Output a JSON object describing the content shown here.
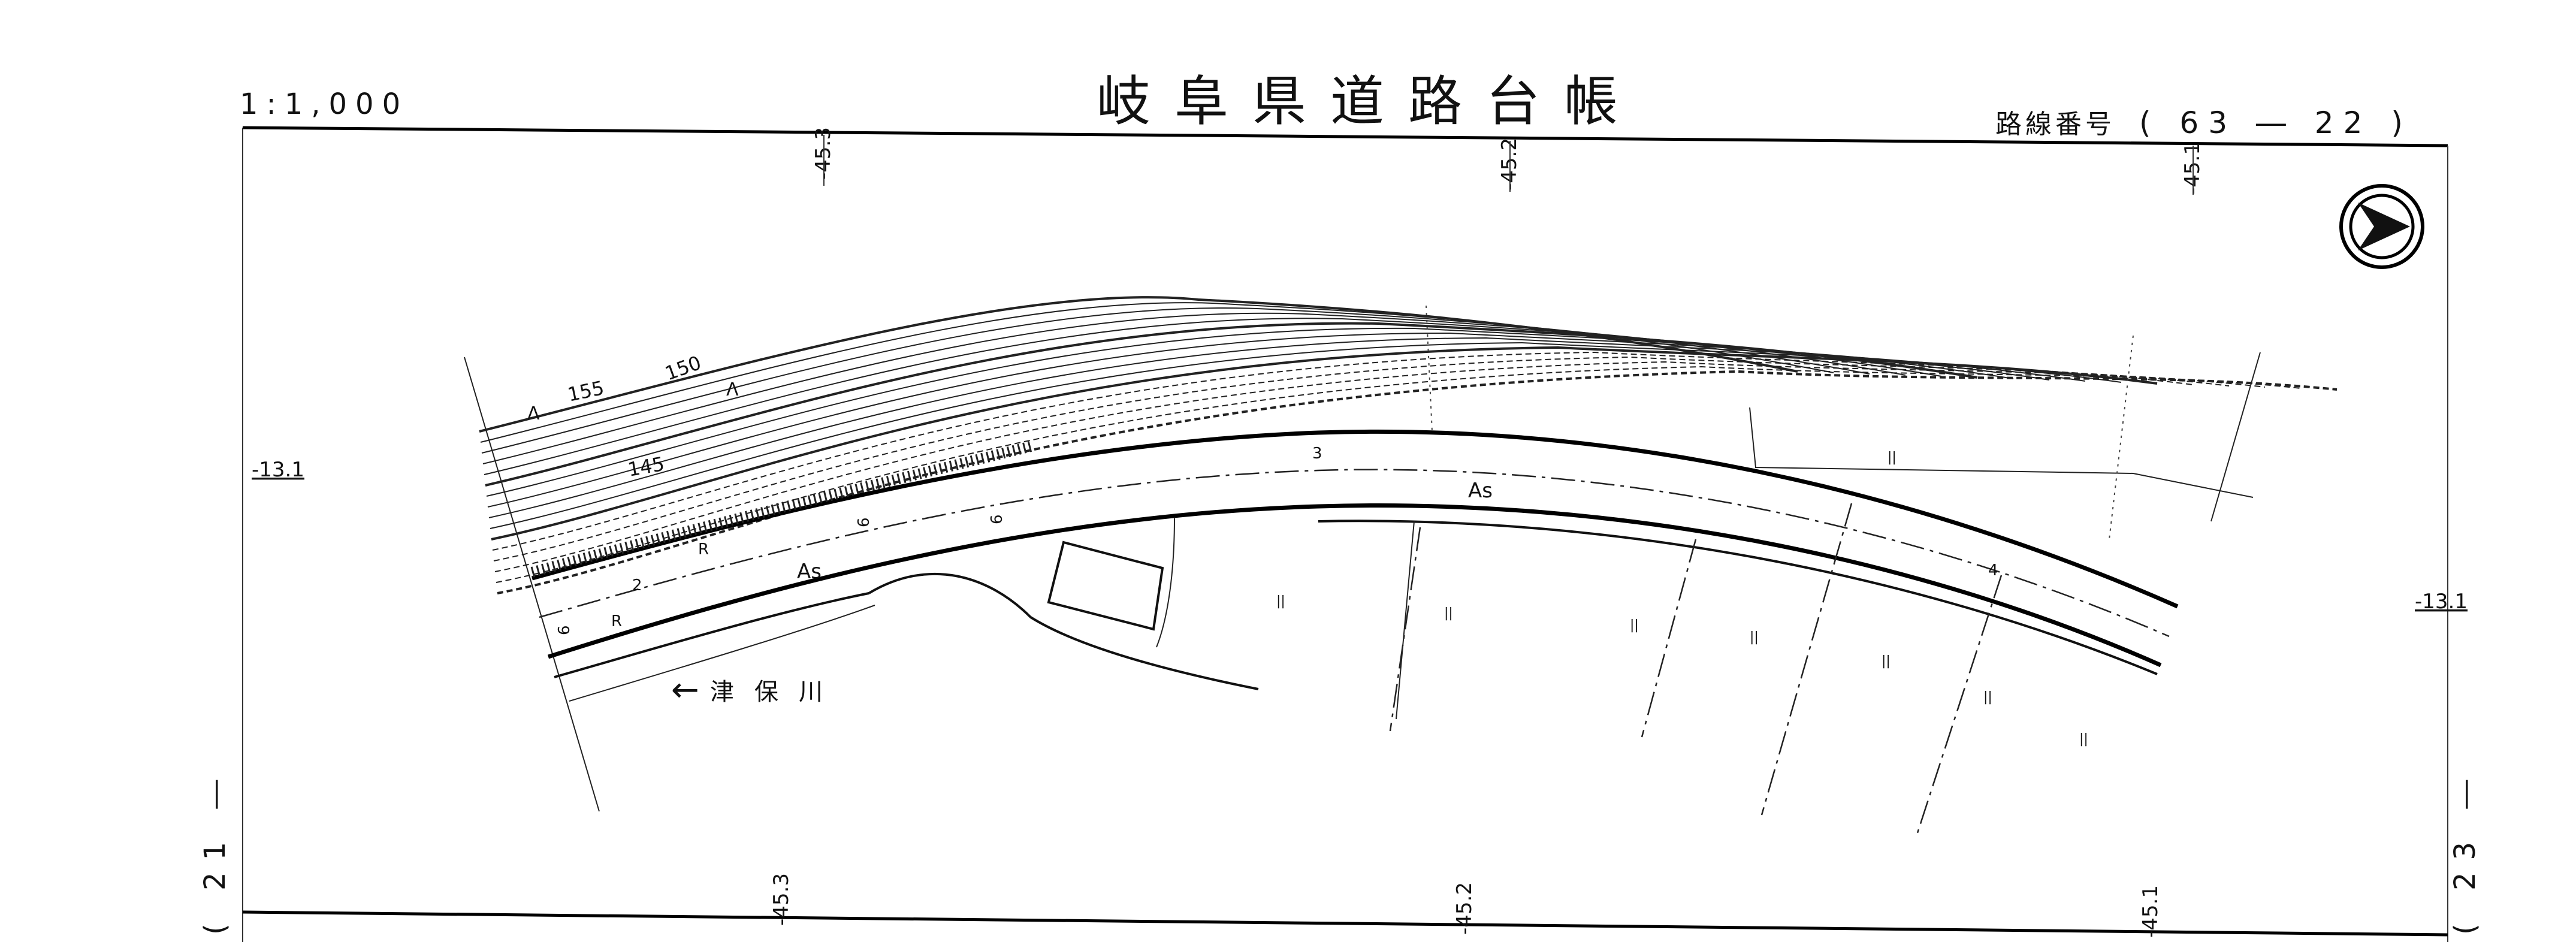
{
  "header": {
    "scale": "1:1,000",
    "title": "岐阜県道路台帳",
    "route_label": "路線番号",
    "route_number": "( 63 ― 22 )"
  },
  "grid_labels": {
    "top": [
      "-45.3",
      "-45.2",
      "-45.1"
    ],
    "bottom": [
      "-45.3",
      "-45.2",
      "-45.1"
    ],
    "left": "-13.1",
    "right": "-13.1"
  },
  "sheet_links": {
    "left": "( 21 ―",
    "right": "( 23 ―"
  },
  "map_labels": {
    "river": "津保川",
    "river_arrow": "←",
    "contours": [
      "155",
      "150",
      "145"
    ],
    "pavement": [
      "As",
      "As"
    ],
    "retaining": [
      "R",
      "R"
    ],
    "widths": [
      "2",
      "3",
      "4",
      "6",
      "6",
      "6"
    ],
    "field_mark": "||",
    "forest_mark": "Λ"
  },
  "icons": {
    "north_arrow": "north-arrow-icon"
  },
  "colors": {
    "ink": "#111111",
    "paper": "#ffffff"
  }
}
